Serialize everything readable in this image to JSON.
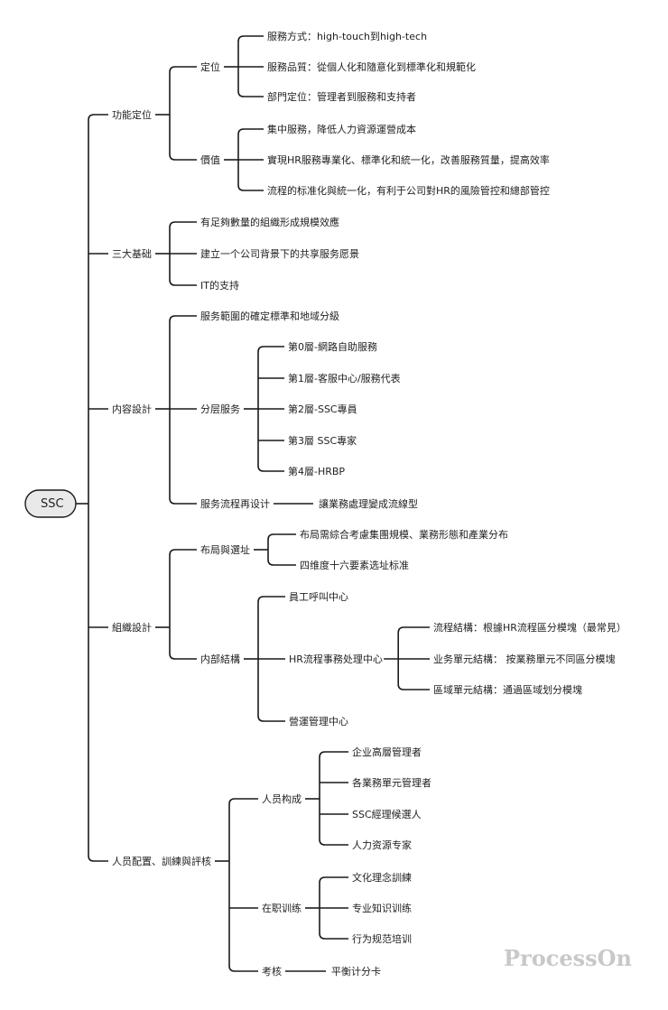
{
  "root": "SSC",
  "watermark": "ProcessOn",
  "branches": [
    {
      "label": "功能定位",
      "children": [
        {
          "label": "定位",
          "children": [
            {
              "label": "服務方式：high-touch到high-tech"
            },
            {
              "label": "服務品質：從個人化和隨意化到標準化和規範化"
            },
            {
              "label": "部門定位：管理者到服務和支持者"
            }
          ]
        },
        {
          "label": "價值",
          "children": [
            {
              "label": "集中服務，降低人力資源運營成本"
            },
            {
              "label": "實現HR服務專業化、標準化和統一化，改善服務質量，提高效率"
            },
            {
              "label": "流程的标准化與統一化，有利于公司對HR的風險管控和總部管控"
            }
          ]
        }
      ]
    },
    {
      "label": "三大基础",
      "children": [
        {
          "label": "有足夠數量的組織形成規模效應"
        },
        {
          "label": "建立一个公司背景下的共享服务愿景"
        },
        {
          "label": "IT的支持"
        }
      ]
    },
    {
      "label": "内容設計",
      "children": [
        {
          "label": "服务範圍的確定標準和地域分級"
        },
        {
          "label": "分层服务",
          "children": [
            {
              "label": "第0層-網路自助服務"
            },
            {
              "label": "第1層-客服中心/服務代表"
            },
            {
              "label": "第2層-SSC專員"
            },
            {
              "label": "第3層 SSC專家"
            },
            {
              "label": "第4層-HRBP"
            }
          ]
        },
        {
          "label": "服务流程再设计",
          "children": [
            {
              "label": "讓業務處理變成流線型"
            }
          ]
        }
      ]
    },
    {
      "label": "組織設計",
      "children": [
        {
          "label": "布局與選址",
          "children": [
            {
              "label": "布局需綜合考慮集團規模、業務形態和產業分布"
            },
            {
              "label": "四维度十六要素选址标准"
            }
          ]
        },
        {
          "label": "内部結構",
          "children": [
            {
              "label": "員工呼叫中心"
            },
            {
              "label": "HR流程事務处理中心",
              "children": [
                {
                  "label": "流程結構：根據HR流程區分模塊（最常見）"
                },
                {
                  "label": "业务單元結構： 按業務單元不同區分模塊"
                },
                {
                  "label": "區域單元結構：通過區域划分模塊"
                }
              ]
            },
            {
              "label": "營運管理中心"
            }
          ]
        }
      ]
    },
    {
      "label": "人员配置、訓練與評核",
      "children": [
        {
          "label": "人员构成",
          "children": [
            {
              "label": "企业高層管理者"
            },
            {
              "label": "各業務單元管理者"
            },
            {
              "label": "SSC經理候選人"
            },
            {
              "label": "人力资源专家"
            }
          ]
        },
        {
          "label": "在职训练",
          "children": [
            {
              "label": "文化理念訓練"
            },
            {
              "label": "专业知识训练"
            },
            {
              "label": "行为规范培训"
            }
          ]
        },
        {
          "label": "考核",
          "children": [
            {
              "label": "平衡计分卡"
            }
          ]
        }
      ]
    }
  ]
}
